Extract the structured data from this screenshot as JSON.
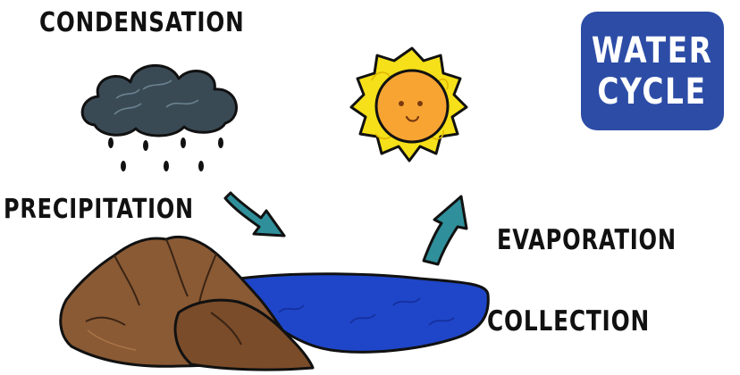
{
  "title": {
    "line1": "WATER",
    "line2": "CYCLE"
  },
  "labels": {
    "condensation": "CONDENSATION",
    "precipitation": "PRECIPITATION",
    "evaporation": "EVAPORATION",
    "collection": "COLLECTION"
  },
  "colors": {
    "title_box": "#2c4ca6",
    "cloud": "#3a4a55",
    "sun_rays": "#f5e019",
    "sun_face": "#f7a433",
    "arrow": "#2f8f9a",
    "water": "#1f46c8",
    "mountain": "#8a5a34"
  },
  "icons": [
    "rain-cloud-icon",
    "smiling-sun-icon",
    "down-arrow-icon",
    "up-arrow-icon",
    "mountains-illustration",
    "lake-illustration"
  ]
}
